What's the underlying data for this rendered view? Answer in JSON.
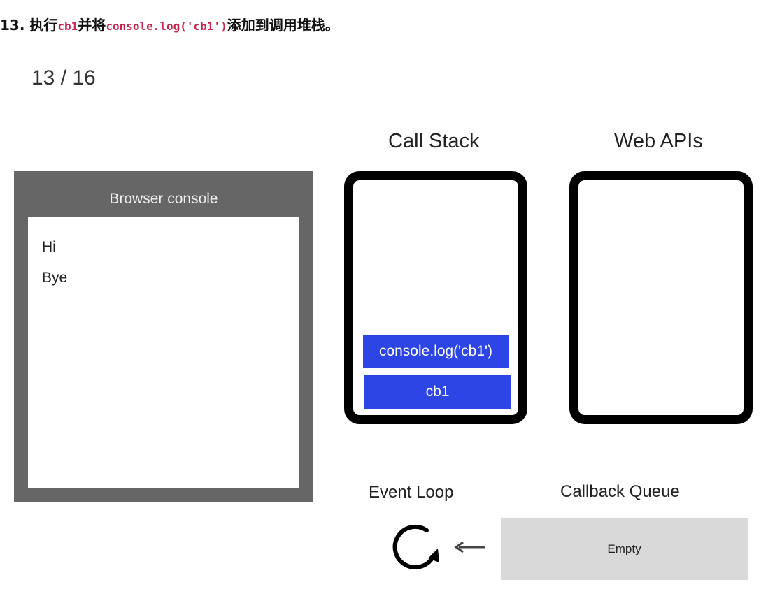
{
  "heading": {
    "prefix": "13. 执行",
    "code1": "cb1",
    "mid": "并将",
    "code2": "console.log('cb1')",
    "suffix": "添加到调用堆栈。"
  },
  "progress": "13 / 16",
  "labels": {
    "call_stack": "Call Stack",
    "web_apis": "Web APIs",
    "event_loop": "Event Loop",
    "callback_queue": "Callback Queue"
  },
  "browser_console": {
    "title": "Browser console",
    "lines": [
      "Hi",
      "Bye"
    ]
  },
  "call_stack": {
    "frames": [
      "console.log('cb1')",
      "cb1"
    ]
  },
  "callback_queue": {
    "status": "Empty"
  },
  "colors": {
    "frame_blue": "#2e45e6",
    "console_gray": "#666666",
    "queue_gray": "#d9d9d9",
    "code_pink": "#c7254e"
  },
  "icons": {
    "event_loop": "circular-arrow-icon",
    "queue_to_loop": "arrow-left-icon"
  }
}
